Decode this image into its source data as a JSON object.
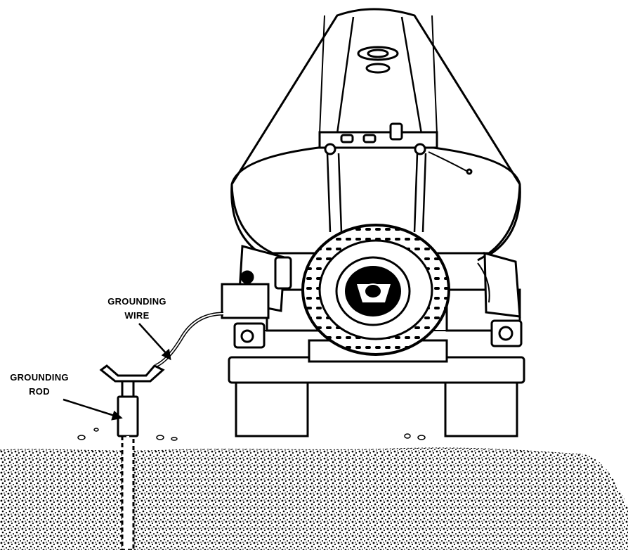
{
  "labels": {
    "grounding_wire": {
      "line1": "GROUNDING",
      "line2": "WIRE"
    },
    "grounding_rod": {
      "line1": "GROUNDING",
      "line2": "ROD"
    }
  },
  "colors": {
    "ink": "#000000",
    "paper": "#ffffff"
  }
}
